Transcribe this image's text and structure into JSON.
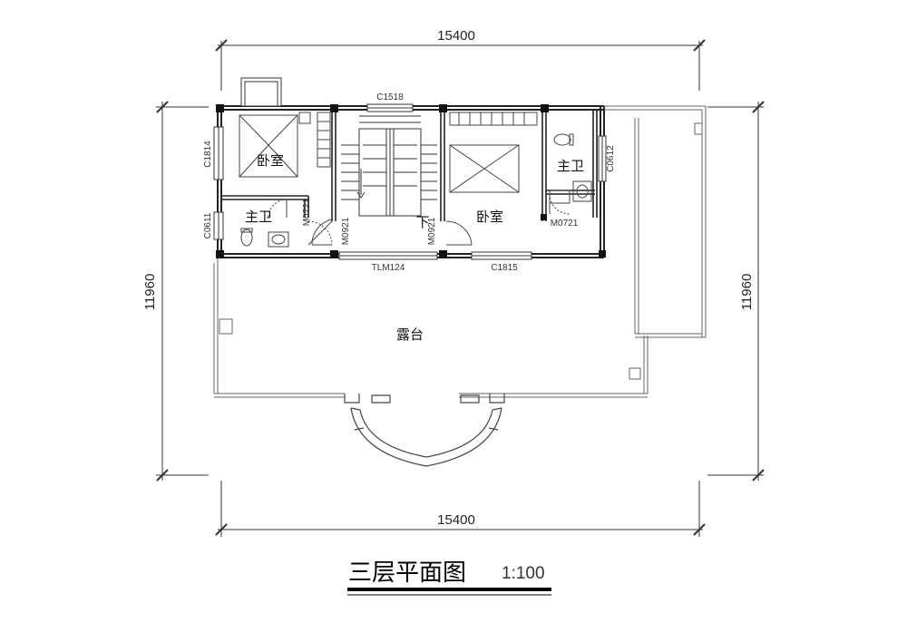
{
  "dimensions": {
    "top_width": "15400",
    "bottom_width": "15400",
    "left_height": "11960",
    "right_height": "11960"
  },
  "openings": {
    "c1518": "C1518",
    "c1814": "C1814",
    "c0611": "C0611",
    "c0612": "C0612",
    "m0721_left": "M0721",
    "m0921_left": "M0921",
    "m0921_right": "M0921",
    "m0721_right": "M0721",
    "tlm124": "TLM124",
    "c1815": "C1815"
  },
  "rooms": {
    "bedroom_left": "卧室",
    "bath_left": "主卫",
    "bedroom_right": "卧室",
    "bath_right": "主卫",
    "terrace": "露台",
    "stair_down": "下"
  },
  "title": "三层平面图",
  "scale": "1:100"
}
